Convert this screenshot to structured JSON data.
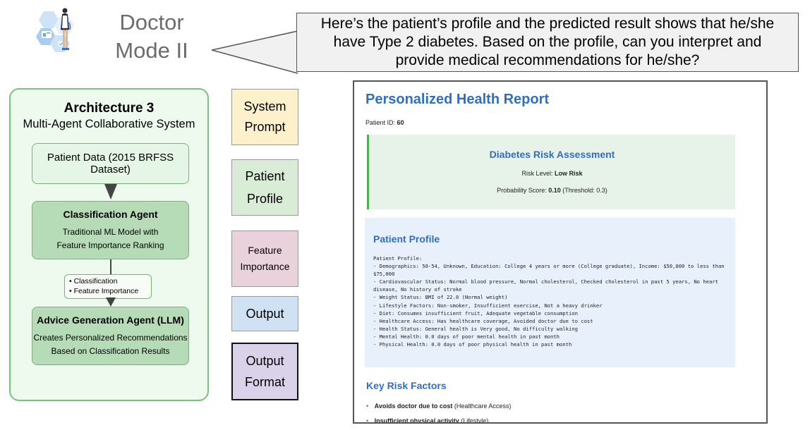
{
  "header": {
    "mode_line1": "Doctor",
    "mode_line2": "Mode II",
    "bubble_text": "Here’s the patient’s profile and the predicted result shows that he/she have Type 2 diabetes. Based on the profile, can you interpret and provide medical recommendations for he/she?"
  },
  "architecture": {
    "title": "Architecture 3",
    "subtitle": "Multi-Agent Collaborative System",
    "data_node": "Patient Data (2015 BRFSS Dataset)",
    "classification_node": {
      "title": "Classification Agent",
      "lines": [
        "Traditional ML Model with",
        "Feature Importance Ranking"
      ]
    },
    "handoff": [
      "• Classification",
      "• Feature Importance"
    ],
    "advice_node": {
      "title": "Advice Generation Agent (LLM)",
      "lines": [
        "Creates Personalized Recommendations",
        "Based on Classification Results"
      ]
    }
  },
  "legend": {
    "system": [
      "System",
      "Prompt"
    ],
    "patient": [
      "Patient",
      "Profile"
    ],
    "feature": [
      "Feature",
      "Importance"
    ],
    "output": "Output",
    "format": [
      "Output",
      "Format"
    ]
  },
  "report": {
    "title": "Personalized Health Report",
    "patient_id_label": "Patient ID:",
    "patient_id": "60",
    "risk": {
      "title": "Diabetes Risk Assessment",
      "level_label": "Risk Level:",
      "level": "Low Risk",
      "prob_label": "Probability Score:",
      "prob": "0.10",
      "threshold": "(Threshold: 0.3)"
    },
    "profile": {
      "title": "Patient Profile",
      "lines": [
        "Patient Profile:",
        "- Demographics: 50-54, Unknown, Education: College 4 years or more (College graduate), Income: $50,000 to less than $75,000",
        "- Cardiovascular Status: Normal blood pressure, Normal cholesterol, Checked cholesterol in past 5 years, No heart disease, No history of stroke",
        "- Weight Status: BMI of 22.0 (Normal weight)",
        "- Lifestyle Factors: Non-smoker, Insufficient exercise, Not a heavy drinker",
        "- Diet: Consumes insufficient fruit, Adequate vegetable consumption",
        "- Healthcare Access: Has healthcare coverage, Avoided doctor due to cost",
        "- Health Status: General health is Very good, No difficulty walking",
        "- Mental Health: 0.0 days of poor mental health in past month",
        "- Physical Health: 0.0 days of poor physical health in past month"
      ]
    },
    "key_risk_factors": {
      "title": "Key Risk Factors",
      "items": [
        {
          "bold": "Avoids doctor due to cost",
          "rest": "(Healthcare Access)"
        },
        {
          "bold": "Insufficient physical activity",
          "rest": "(Lifestyle)"
        }
      ]
    }
  },
  "colors": {
    "report_blue": "#2f6fc2",
    "arch_green": "#7cc07e",
    "system_prompt": "#fdf1cc",
    "patient_profile": "#d9ecd5",
    "feature_importance": "#ead2dc",
    "output": "#cfe2f3",
    "output_format": "#d9d2e9"
  }
}
